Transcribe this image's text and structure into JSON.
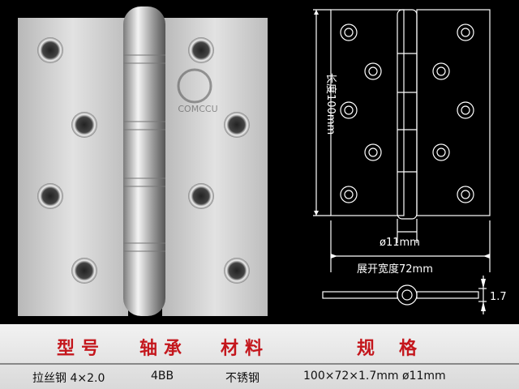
{
  "logo": {
    "brand": "COMCCU"
  },
  "drawing": {
    "length_label": "长度100mm",
    "pin_label": "ø11mm",
    "width_label": "展开宽度72mm",
    "thickness_label": "1.7"
  },
  "table": {
    "headers": {
      "model": "型号",
      "bearing": "轴承",
      "material": "材料",
      "spec": "规格"
    },
    "values": {
      "model": "拉丝钢 4×2.0",
      "bearing": "4BB",
      "material": "不锈钢",
      "spec": "100×72×1.7mm ø11mm"
    }
  },
  "colors": {
    "background": "#000000",
    "header_text": "#c4161c",
    "metal": "#c8c8c8"
  }
}
